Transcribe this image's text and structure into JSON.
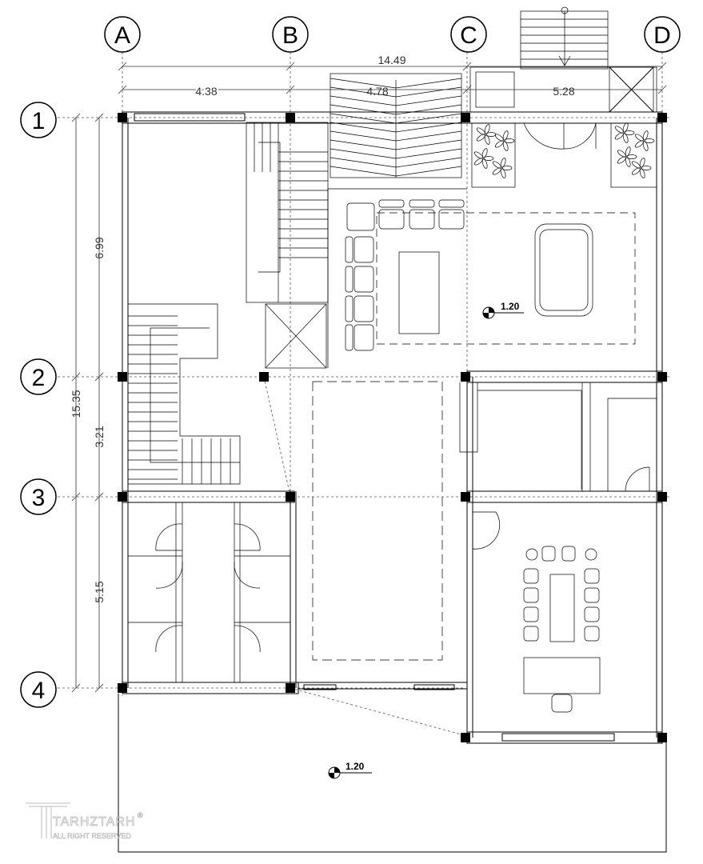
{
  "grid": {
    "columns": [
      "A",
      "B",
      "C",
      "D"
    ],
    "rows": [
      "1",
      "2",
      "3",
      "4"
    ]
  },
  "dimensions": {
    "overall_width": "14.49",
    "bays": [
      "4.38",
      "4.78",
      "5.28"
    ],
    "overall_depth": "15.35",
    "row_spans": [
      "6.99",
      "3.21",
      "5.15"
    ]
  },
  "levels": [
    "1.20",
    "1.20"
  ],
  "watermark": {
    "brand": "TARHZTARH",
    "tagline": "ALL RIGHT RESERVED",
    "mark": "®"
  }
}
